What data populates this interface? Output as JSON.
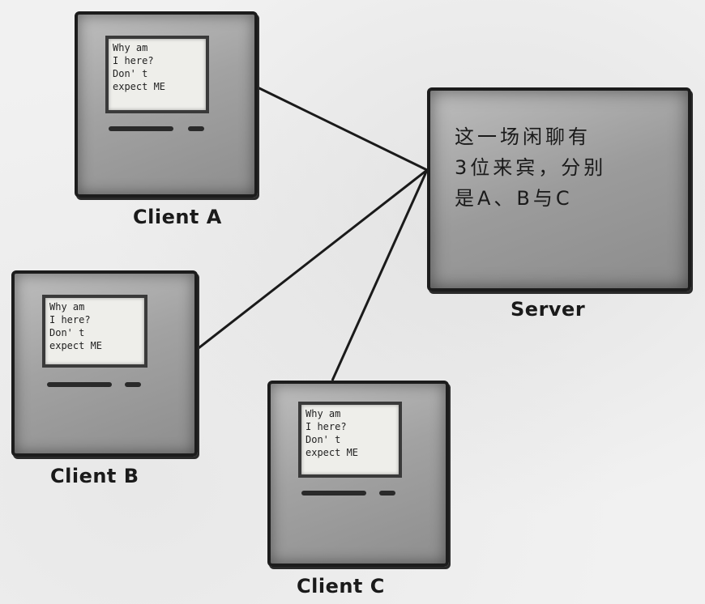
{
  "clients": [
    {
      "id": "A",
      "label": "Client A",
      "screen_lines": [
        "Why am",
        "I here?",
        "Don' t",
        "expect ME"
      ]
    },
    {
      "id": "B",
      "label": "Client B",
      "screen_lines": [
        "Why am",
        "I here?",
        "Don' t",
        "expect ME"
      ]
    },
    {
      "id": "C",
      "label": "Client C",
      "screen_lines": [
        "Why am",
        "I here?",
        "Don' t",
        "expect ME"
      ]
    }
  ],
  "server": {
    "label": "Server",
    "screen_lines": [
      "这一场闲聊有",
      "3位来宾，分别",
      "是A、B与C"
    ]
  }
}
